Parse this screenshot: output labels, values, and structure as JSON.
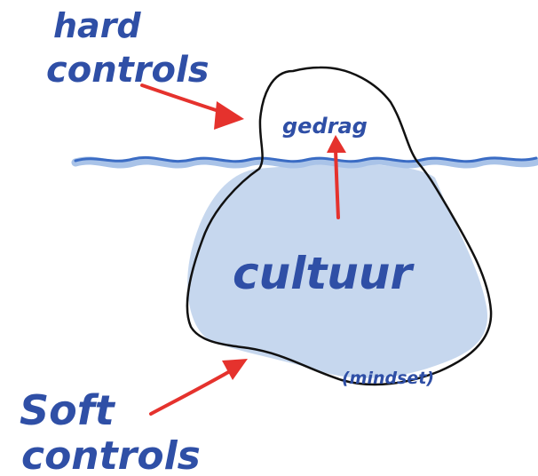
{
  "labels": {
    "hard_controls_line1": "hard",
    "hard_controls_line2": "controls",
    "gedrag": "gedrag",
    "cultuur": "cultuur",
    "mindset": "(mindset)",
    "soft_controls_line1": "Soft",
    "soft_controls_line2": "controls"
  },
  "colors": {
    "ink_blue": "#2f4fa6",
    "arrow_red": "#e5322d",
    "water_line": "#3b6cc4",
    "underwater_fill": "#c6d7ee",
    "outline": "#111111"
  }
}
